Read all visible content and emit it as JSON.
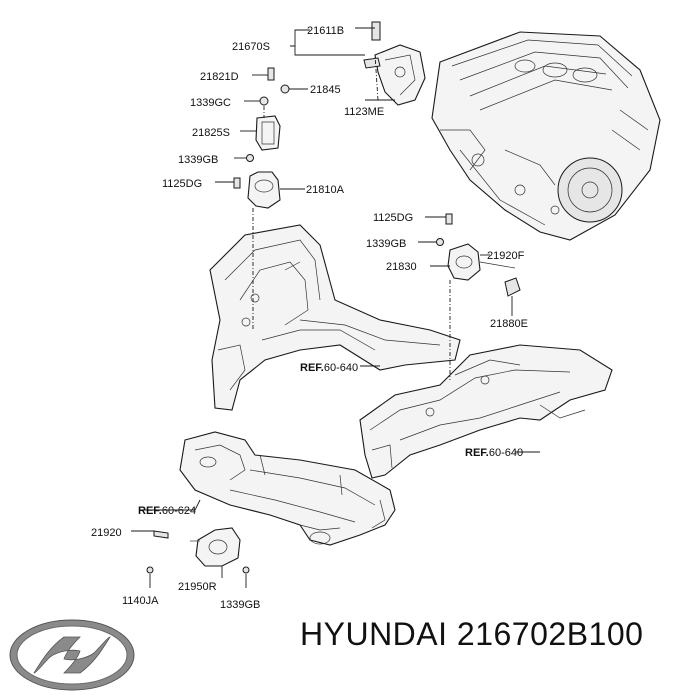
{
  "labels": {
    "p21611B": "21611B",
    "p21670S": "21670S",
    "p21821D": "21821D",
    "p21845": "21845",
    "p1339GC": "1339GC",
    "p1123ME": "1123ME",
    "p21825S": "21825S",
    "p1339GB_top": "1339GB",
    "p1125DG_left": "1125DG",
    "p21810A": "21810A",
    "p1125DG_right": "1125DG",
    "p1339GB_mid": "1339GB",
    "p21920F": "21920F",
    "p21830": "21830",
    "p21880E": "21880E",
    "p21920": "21920",
    "p1140JA": "1140JA",
    "p21950R": "21950R",
    "p1339GB_bottom": "1339GB"
  },
  "refs": {
    "ref_left_prefix": "REF.",
    "ref_left_num": "60-640",
    "ref_right_prefix": "REF.",
    "ref_right_num": "60-640",
    "ref_sub_prefix": "REF.",
    "ref_sub_num": "60-624"
  },
  "caption": {
    "brand": "HYUNDAI",
    "part_number": "216702B100"
  },
  "logo": {
    "name": "hyundai-logo"
  }
}
